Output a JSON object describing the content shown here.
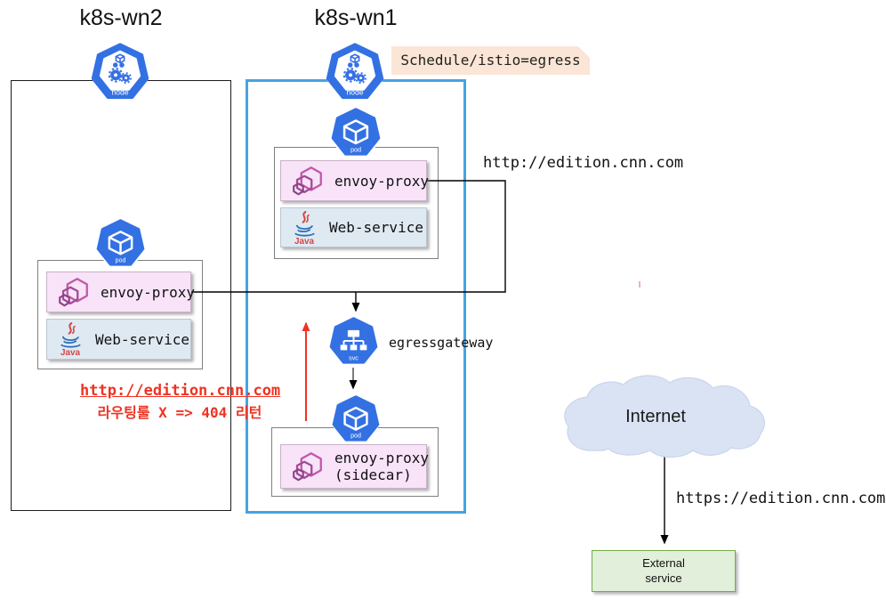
{
  "colors": {
    "k8s_blue": "#3371e3",
    "wn1_border_blue": "#45a4e0",
    "schedule_bg": "#fbe5d6",
    "envoy_chip_bg": "#f8e3f8",
    "web_chip_bg": "#dfe9f2",
    "external_bg": "#e2efda",
    "external_border": "#70ad47",
    "alert_red": "#ee3322",
    "cloud_fill": "#dae3f3"
  },
  "wn2": {
    "title": "k8s-wn2",
    "node_icon_label": "node",
    "pod": {
      "icon_label": "pod",
      "envoy_label": "envoy-proxy",
      "web_label": "Web-service",
      "java_label": "Java"
    },
    "alert_url": "http://edition.cnn.com",
    "alert_text": "라우팅룰 X => 404 리턴"
  },
  "wn1": {
    "title": "k8s-wn1",
    "schedule_label": "Schedule/istio=egress",
    "node_icon_label": "node",
    "app_pod": {
      "icon_label": "pod",
      "envoy_label": "envoy-proxy",
      "web_label": "Web-service",
      "java_label": "Java"
    },
    "egress": {
      "icon_label": "svc",
      "label": "egressgateway"
    },
    "sidecar_pod": {
      "icon_label": "pod",
      "envoy_line1": "envoy-proxy",
      "envoy_line2": "(sidecar)"
    }
  },
  "labels": {
    "http_url": "http://edition.cnn.com",
    "https_url": "https://edition.cnn.com",
    "internet": "Internet",
    "external_line1": "External",
    "external_line2": "service"
  }
}
